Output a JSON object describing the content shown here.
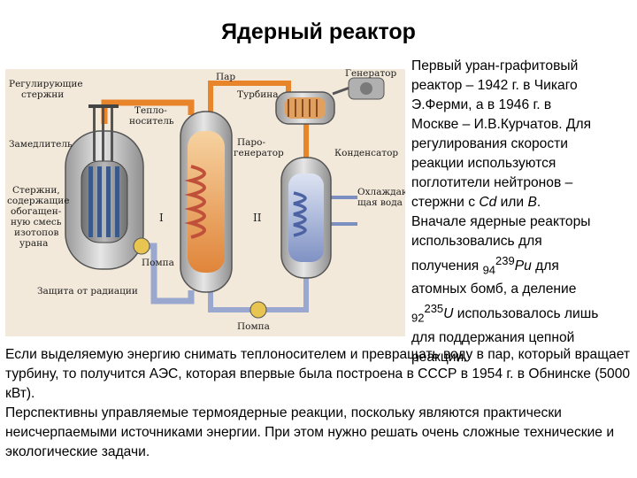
{
  "title": "Ядерный реактор",
  "diagram": {
    "labels": {
      "par": "Пар",
      "generator": "Генератор",
      "turbina": "Турбина",
      "reguliruyushchie_1": "Регулирующие",
      "reguliruyushchie_2": "стержни",
      "teplo_1": "Тепло-",
      "teplo_2": "носитель",
      "paro_1": "Паро-",
      "paro_2": "генератор",
      "zamedlitel": "Замедлитель",
      "kondensator": "Конденсатор",
      "sterzhni_1": "Стержни,",
      "sterzhni_2": "содержащие",
      "sterzhni_3": "обогащен-",
      "sterzhni_4": "ную смесь",
      "sterzhni_5": "изотопов",
      "sterzhni_6": "урана",
      "okhl_1": "Охлаждаю-",
      "okhl_2": "щая вода",
      "loop_1": "I",
      "loop_2": "II",
      "pompa_1": "Помпа",
      "pompa_2": "Помпа",
      "zashchita": "Защита от радиации"
    },
    "colors": {
      "vessel": "#c9c9c9",
      "core": "#8a8a8a",
      "hot": "#e79a4a",
      "hot_light": "#f4c07a",
      "cool": "#7b8fc0",
      "pipe_hot": "#e8842a",
      "pipe_cool": "#9aa7cf",
      "background": "#f3e9da"
    }
  },
  "side": {
    "l1": "Первый уран-графитовый",
    "l2": "реактор – 1942 г. в Чикаго",
    "l3": "Э.Ферми, а в 1946 г. в",
    "l4": "Москве – И.В.Курчатов. Для",
    "l5": "регулирования скорости",
    "l6": "реакции используются",
    "l7": "поглотители нейтронов –",
    "l8_pre": "стержни с ",
    "l8_cd": "Cd",
    "l8_mid": " или ",
    "l8_b": "B",
    "l8_end": ".",
    "l9": "Вначале ядерные реакторы",
    "l10": "использовались для",
    "l11_pre": "получения ",
    "pu_z": "94",
    "pu_a": "239",
    "pu_sym": "Pu",
    "l11_end": " для",
    "l12": "атомных бомб, а деление",
    "u_z": "92",
    "u_a": "235",
    "u_sym": "U",
    "l13_end": " использовалось лишь",
    "l14": "для поддержания цепной",
    "l15": "реакции."
  },
  "bottom": {
    "p1": "Если выделяемую энергию снимать теплоносителем и превращать воду в пар, который вращает турбину, то получится АЭС, которая впервые была построена в СССР в 1954 г. в Обнинске (5000 кВт).",
    "p2": "Перспективны управляемые термоядерные реакции, поскольку являются практически неисчерпаемыми источниками энергии. При этом нужно решать очень сложные технические и экологические задачи."
  }
}
